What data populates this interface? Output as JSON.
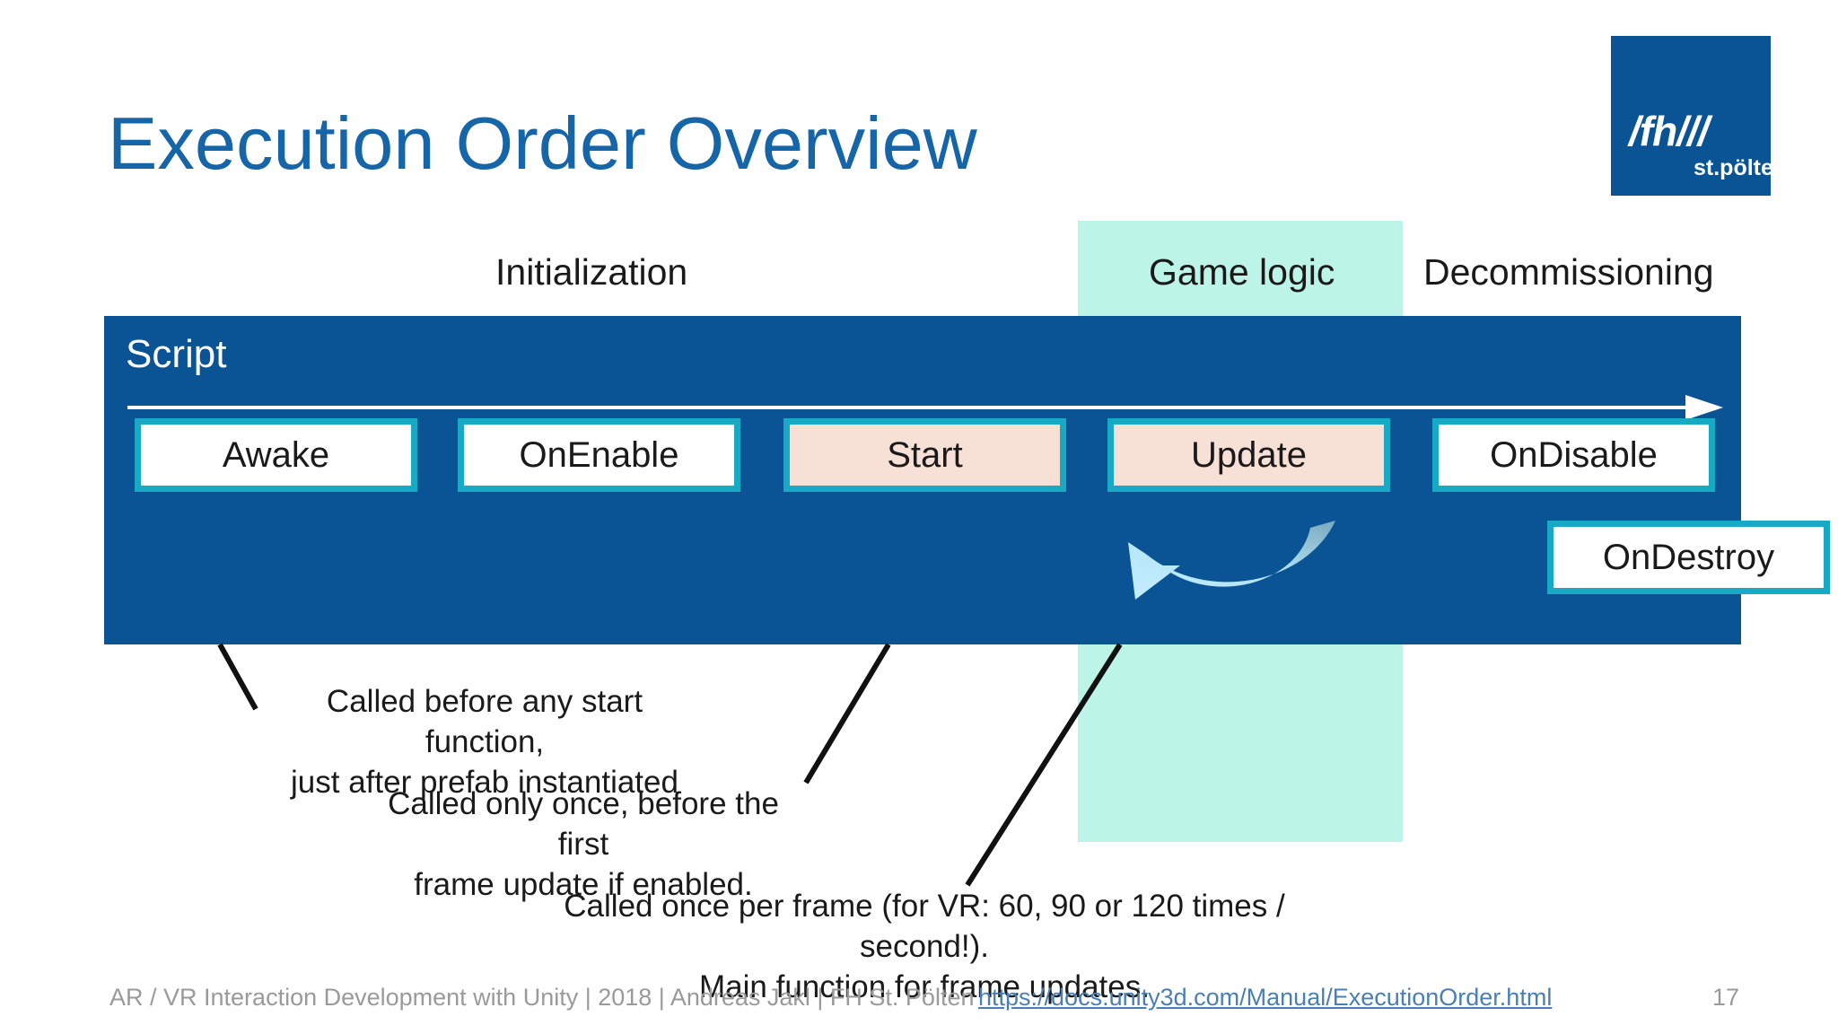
{
  "slide": {
    "title": "Execution Order Overview",
    "page_number": "17",
    "accent_blue": "#1565a8",
    "panel_blue": "#0a5496",
    "teal_border": "#18a9c4",
    "peach_fill": "#f7e0d6",
    "mint_band": "#bdf4e8"
  },
  "logo": {
    "main": "/fh///",
    "sub": "st.pölten"
  },
  "phases": [
    {
      "label": "Initialization",
      "highlighted": false
    },
    {
      "label": "Game logic",
      "highlighted": true
    },
    {
      "label": "Decommissioning",
      "highlighted": false
    }
  ],
  "panel": {
    "title": "Script"
  },
  "lifecycle_boxes": [
    {
      "label": "Awake",
      "fill": "white"
    },
    {
      "label": "OnEnable",
      "fill": "white"
    },
    {
      "label": "Start",
      "fill": "peach"
    },
    {
      "label": "Update",
      "fill": "peach"
    },
    {
      "label": "OnDisable",
      "fill": "white"
    },
    {
      "label": "OnDestroy",
      "fill": "white"
    }
  ],
  "annotations": [
    {
      "target": "Awake",
      "text": "Called before any start function,\njust after prefab instantiated"
    },
    {
      "target": "Start",
      "text": "Called only once, before the first\nframe update if enabled."
    },
    {
      "target": "Update",
      "text": "Called once per frame (for VR: 60, 90 or 120 times / second!).\nMain function for frame updates."
    }
  ],
  "footer": {
    "text": "AR / VR Interaction Development with Unity | 2018 | Andreas Jakl | FH St. Pölten",
    "link": "https://docs.unity3d.com/Manual/ExecutionOrder.html",
    "page": "17"
  }
}
